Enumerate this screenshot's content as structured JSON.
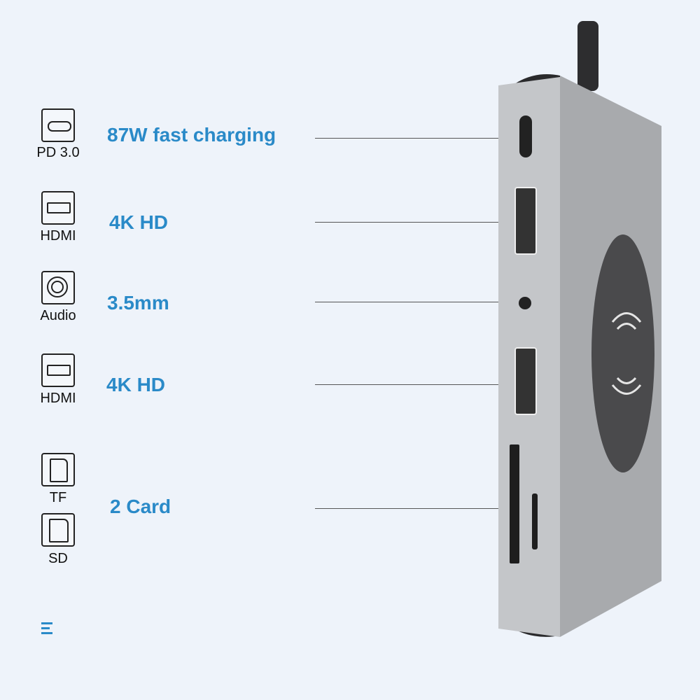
{
  "ports": [
    {
      "icon_label": "PD 3.0",
      "feature": "87W fast charging",
      "icon": "usb-c-icon"
    },
    {
      "icon_label": "HDMI",
      "feature": "4K HD",
      "icon": "hdmi-icon"
    },
    {
      "icon_label": "Audio",
      "feature": "3.5mm",
      "icon": "audio-jack-icon"
    },
    {
      "icon_label": "HDMI",
      "feature": "4K HD",
      "icon": "hdmi-icon"
    },
    {
      "icon_label": "TF",
      "feature": "2 Card",
      "icon": "tf-card-icon"
    },
    {
      "icon_label": "SD",
      "icon": "sd-card-icon"
    }
  ],
  "colors": {
    "accent": "#2a8ac8",
    "background": "#eef3fa",
    "device": "#a9abae",
    "pad": "#4a4a4c"
  }
}
